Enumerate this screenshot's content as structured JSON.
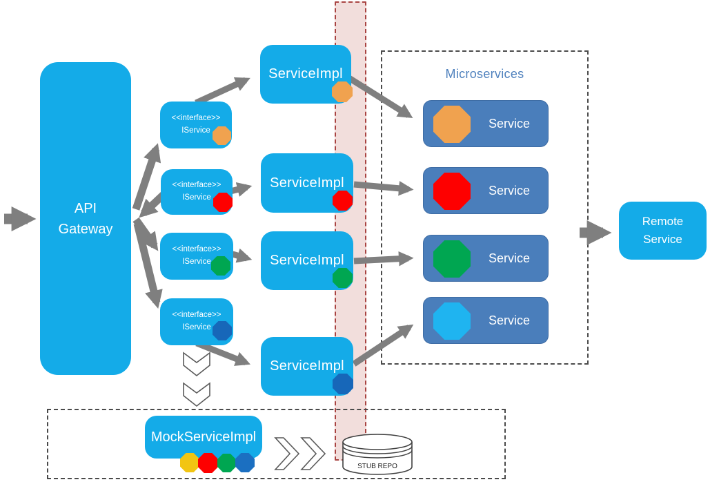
{
  "palette": {
    "cyan": "#14ABE8",
    "service_fill": "#4A7EBB",
    "service_border": "#3E6CA4",
    "arrow_gray": "#7F7F7F",
    "band_fill": "#F2DEDC",
    "band_border": "#A94442",
    "dashed_border": "#4A4A4A",
    "title_blue": "#4F81BD",
    "chevron_outline": "#595959"
  },
  "gateway": {
    "line1": "API",
    "line2": "Gateway"
  },
  "interfaces": [
    {
      "stereotype": "<<interface>>",
      "name": "IService",
      "badge_color": "#F0A24F"
    },
    {
      "stereotype": "<<interface>>",
      "name": "IService",
      "badge_color": "#FE0000"
    },
    {
      "stereotype": "<<interface>>",
      "name": "IService",
      "badge_color": "#00A651"
    },
    {
      "stereotype": "<<interface>>",
      "name": "IService",
      "badge_color": "#1767B9"
    }
  ],
  "service_impls": [
    {
      "label": "ServiceImpl",
      "badge_color": "#F0A24F"
    },
    {
      "label": "ServiceImpl",
      "badge_color": "#FE0000"
    },
    {
      "label": "ServiceImpl",
      "badge_color": "#00A651"
    },
    {
      "label": "ServiceImpl",
      "badge_color": "#1767B9"
    }
  ],
  "microservices": {
    "title": "Microservices",
    "items": [
      {
        "label": "Service",
        "badge_color": "#F0A24F"
      },
      {
        "label": "Service",
        "badge_color": "#FE0000"
      },
      {
        "label": "Service",
        "badge_color": "#00A651"
      },
      {
        "label": "Service",
        "badge_color": "#1FB4F0"
      }
    ]
  },
  "remote_service": {
    "line1": "Remote",
    "line2": "Service"
  },
  "mock": {
    "label": "MockServiceImpl",
    "badge_colors": [
      "#F2C512",
      "#FE0000",
      "#00A651",
      "#1B6FC1"
    ]
  },
  "stub_repo": {
    "label": "STUB REPO"
  }
}
